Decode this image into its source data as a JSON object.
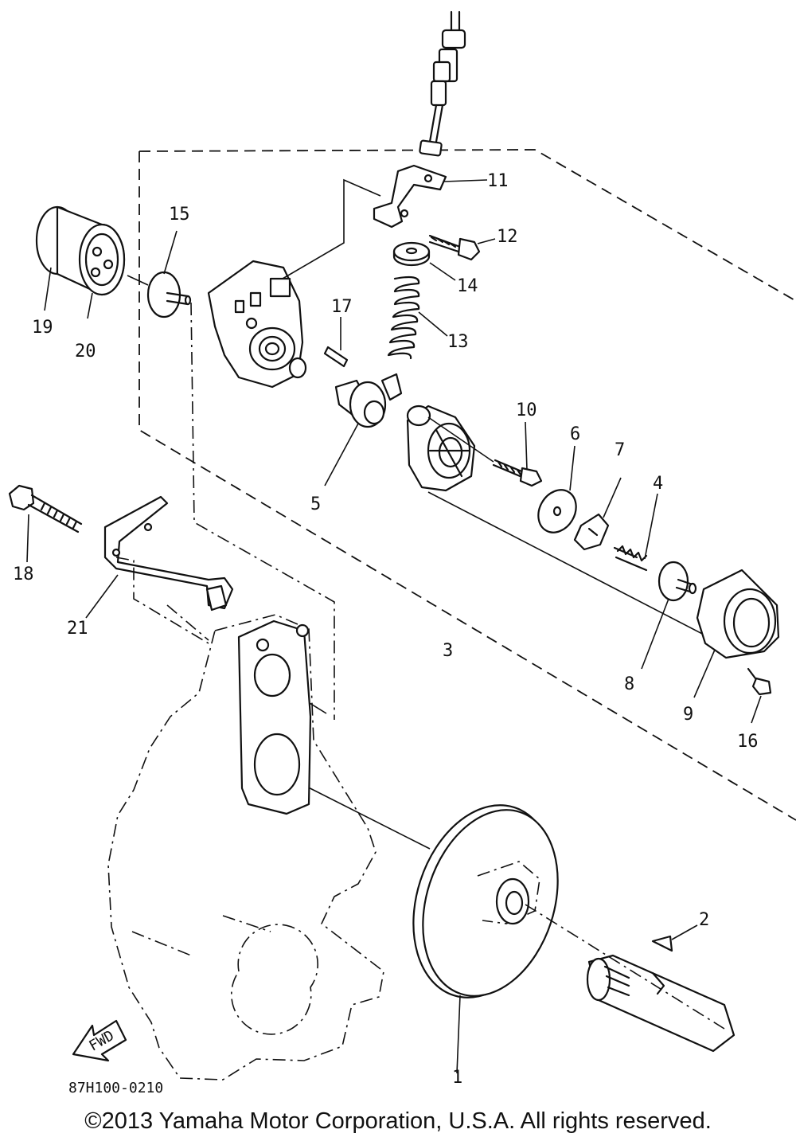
{
  "diagram": {
    "callouts": [
      {
        "id": "1",
        "label": "1"
      },
      {
        "id": "2",
        "label": "2"
      },
      {
        "id": "3",
        "label": "3"
      },
      {
        "id": "4",
        "label": "4"
      },
      {
        "id": "5",
        "label": "5"
      },
      {
        "id": "6",
        "label": "6"
      },
      {
        "id": "7",
        "label": "7"
      },
      {
        "id": "8",
        "label": "8"
      },
      {
        "id": "9",
        "label": "9"
      },
      {
        "id": "10",
        "label": "10"
      },
      {
        "id": "11",
        "label": "11"
      },
      {
        "id": "12",
        "label": "12"
      },
      {
        "id": "13",
        "label": "13"
      },
      {
        "id": "14",
        "label": "14"
      },
      {
        "id": "15",
        "label": "15"
      },
      {
        "id": "16",
        "label": "16"
      },
      {
        "id": "17",
        "label": "17"
      },
      {
        "id": "18",
        "label": "18"
      },
      {
        "id": "19",
        "label": "19"
      },
      {
        "id": "20",
        "label": "20"
      },
      {
        "id": "21",
        "label": "21"
      }
    ],
    "fwd_label": "FWD",
    "drawing_code": "87H100-0210"
  },
  "footer": {
    "copyright": "©2013 Yamaha Motor Corporation, U.S.A. All rights reserved."
  }
}
